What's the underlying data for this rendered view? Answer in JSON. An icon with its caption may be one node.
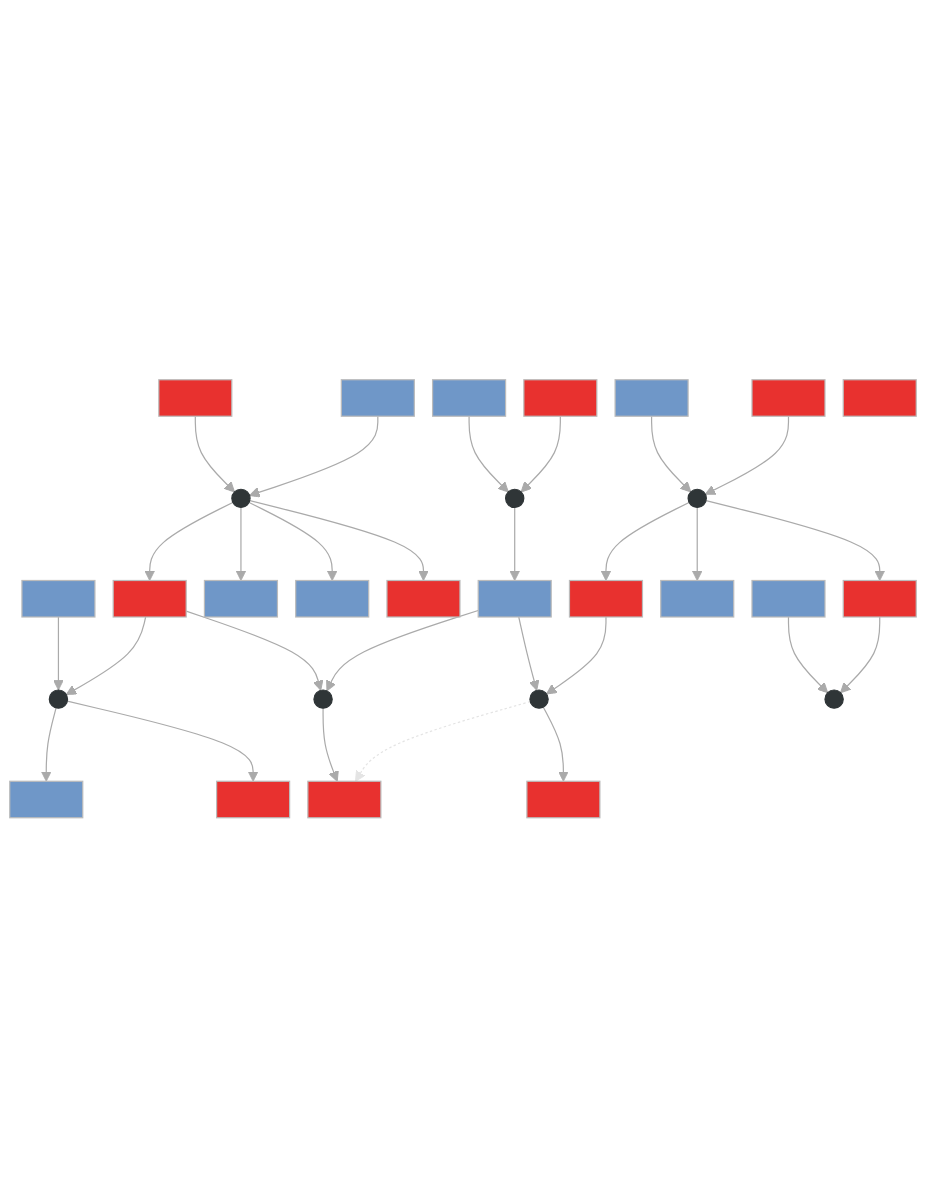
{
  "diagram": {
    "nodes": [
      {
        "text": [],
        "shape": "box"
      },
      {
        "text": [],
        "shape": "box"
      },
      {
        "text": [],
        "shape": "box"
      },
      {
        "text": [],
        "shape": "box"
      },
      {
        "text": [],
        "shape": "box"
      },
      {
        "text": [],
        "shape": "box"
      },
      {
        "text": [],
        "shape": "box"
      },
      {
        "text": [],
        "shape": "circle"
      },
      {
        "text": [],
        "shape": "circle"
      },
      {
        "text": [],
        "shape": "circle"
      },
      {
        "text": [],
        "shape": "box"
      },
      {
        "text": [],
        "shape": "box"
      },
      {
        "text": [],
        "shape": "box"
      },
      {
        "text": [],
        "shape": "box"
      },
      {
        "text": [],
        "shape": "box"
      },
      {
        "text": [],
        "shape": "box"
      },
      {
        "text": [],
        "shape": "box"
      },
      {
        "text": [],
        "shape": "box"
      },
      {
        "text": [],
        "shape": "box"
      },
      {
        "text": [],
        "shape": "box"
      },
      {
        "text": [],
        "shape": "circle"
      },
      {
        "text": [],
        "shape": "circle"
      },
      {
        "text": [],
        "shape": "circle"
      },
      {
        "text": [],
        "shape": "circle"
      },
      {
        "text": [],
        "shape": "box"
      },
      {
        "text": [],
        "shape": "box"
      },
      {
        "text": [],
        "shape": "box"
      },
      {
        "text": [],
        "shape": "box"
      }
    ],
    "edges": [
      {
        "from": 0,
        "to": 7,
        "arrow": "to"
      },
      {
        "from": 1,
        "to": 7,
        "arrow": "to"
      },
      {
        "from": 2,
        "to": 8,
        "arrow": "to"
      },
      {
        "from": 3,
        "to": 8,
        "arrow": "to"
      },
      {
        "from": 4,
        "to": 9,
        "arrow": "to"
      },
      {
        "from": 5,
        "to": 9,
        "arrow": "to"
      },
      {
        "from": 7,
        "to": 11,
        "arrow": "to"
      },
      {
        "from": 7,
        "to": 12,
        "arrow": "to"
      },
      {
        "from": 7,
        "to": 13,
        "arrow": "to"
      },
      {
        "from": 7,
        "to": 14,
        "arrow": "to"
      },
      {
        "from": 8,
        "to": 15,
        "arrow": "to"
      },
      {
        "from": 9,
        "to": 16,
        "arrow": "to"
      },
      {
        "from": 9,
        "to": 17,
        "arrow": "to"
      },
      {
        "from": 9,
        "to": 19,
        "arrow": "to"
      },
      {
        "from": 10,
        "to": 20,
        "arrow": "to"
      },
      {
        "from": 11,
        "to": 20,
        "arrow": "to"
      },
      {
        "from": 11,
        "to": 21,
        "arrow": "to"
      },
      {
        "from": 15,
        "to": 21,
        "arrow": "to"
      },
      {
        "from": 15,
        "to": 22,
        "arrow": "to"
      },
      {
        "from": 16,
        "to": 22,
        "arrow": "to"
      },
      {
        "from": 18,
        "to": 23,
        "arrow": "to"
      },
      {
        "from": 19,
        "to": 23,
        "arrow": "to"
      },
      {
        "from": 20,
        "to": 24,
        "arrow": "to"
      },
      {
        "from": 20,
        "to": 25,
        "arrow": "to"
      },
      {
        "from": 21,
        "to": 26,
        "arrow": "to"
      },
      {
        "from": 22,
        "to": 26,
        "arrow": "to",
        "style": "dashed",
        "color": "#e4e4e4"
      },
      {
        "from": 22,
        "to": 27,
        "arrow": "to"
      }
    ]
  }
}
